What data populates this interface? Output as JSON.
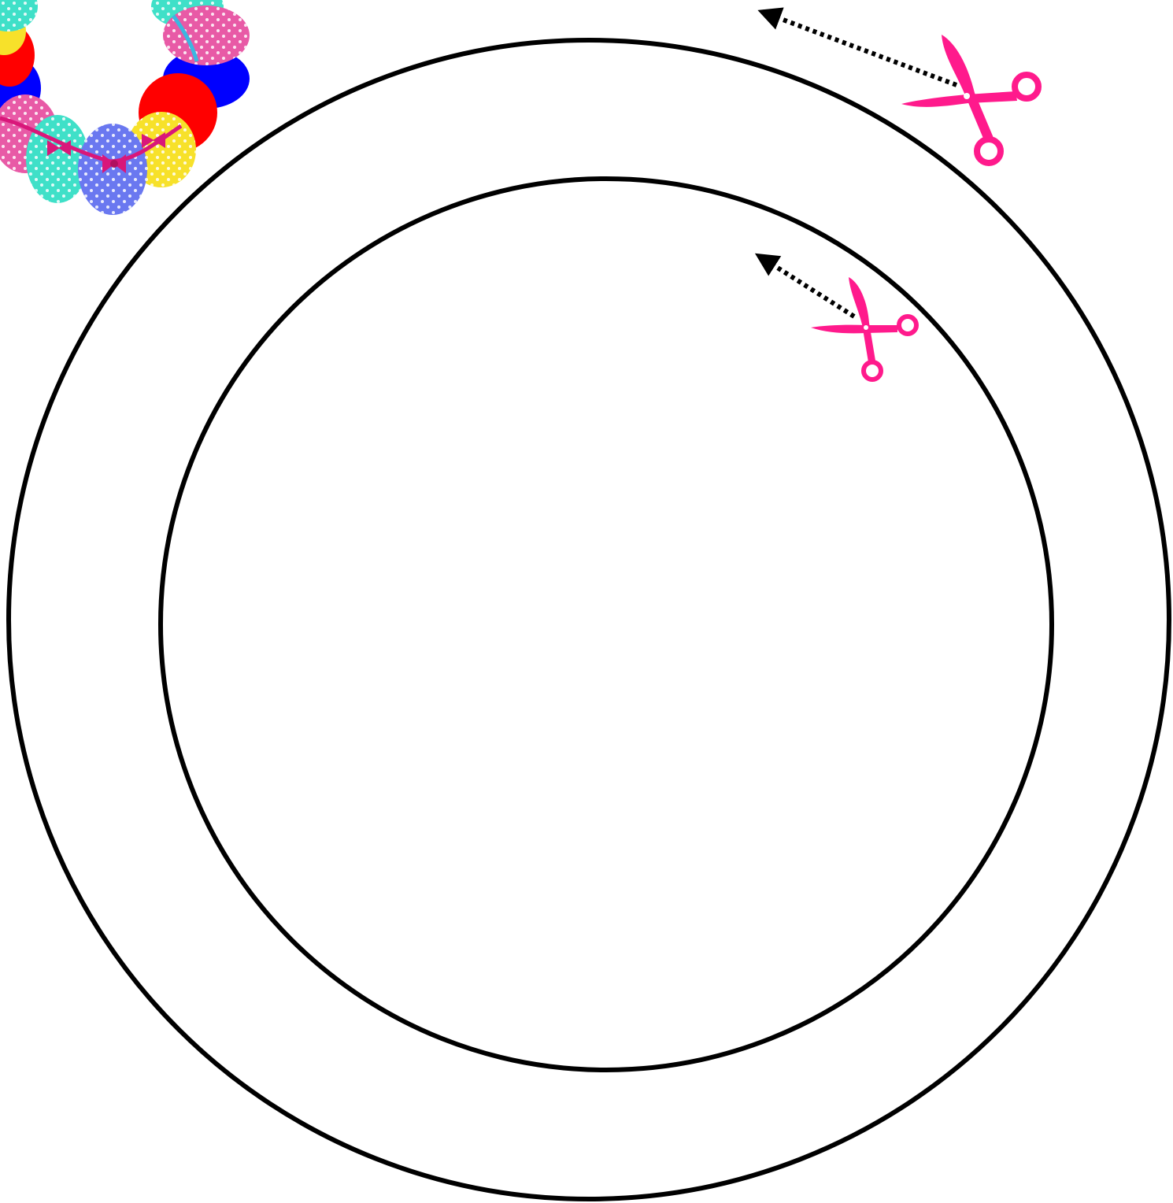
{
  "colors": {
    "background": "#ffffff",
    "ring_stroke": "#000000",
    "scissors": "#ff1a8c",
    "arrow": "#000000"
  },
  "rings": [
    {
      "name": "outer-cut-circle"
    },
    {
      "name": "inner-cut-circle"
    }
  ],
  "cut_markers": [
    {
      "name": "outer",
      "icon": "scissors-icon",
      "arrow": "dotted-arrow-counterclockwise"
    },
    {
      "name": "inner",
      "icon": "scissors-icon",
      "arrow": "dotted-arrow-counterclockwise"
    }
  ],
  "decoration": {
    "icon": "easter-egg-wreath-icon",
    "egg_colors": [
      "#3fe0c8",
      "#f7e12a",
      "#ff0000",
      "#0000ff",
      "#e85aa6",
      "#6a78f0"
    ]
  }
}
